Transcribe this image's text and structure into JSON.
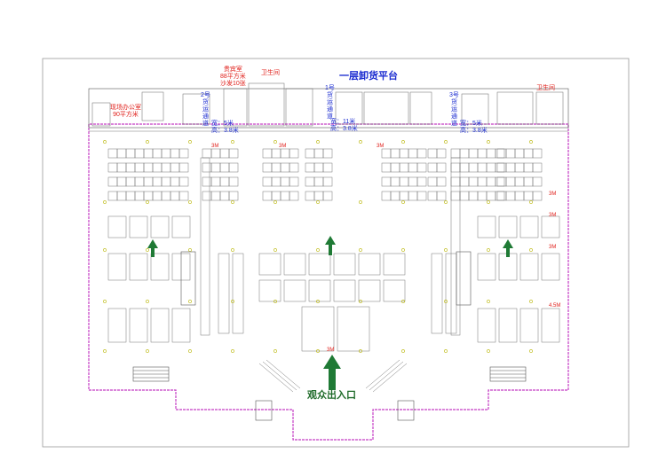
{
  "labels": {
    "title": "一层卸货平台",
    "audience_entrance": "观众出入口",
    "restroom": "卫生间",
    "restroom_right": "卫生间",
    "vip_room": [
      "贵宾室",
      "88平方米",
      "沙发10张"
    ],
    "site_office": [
      "现场办公室",
      "90平方米"
    ],
    "passage2": [
      "2号",
      "货",
      "运",
      "通",
      "道"
    ],
    "passage2_size": [
      "宽：5米",
      "高：3.8米"
    ],
    "passage1": [
      "1号",
      "货",
      "运",
      "通",
      "道"
    ],
    "passage1_size": [
      "宽：11米",
      "高：3.8米"
    ],
    "passage3": [
      "3号",
      "货",
      "运",
      "通",
      "道"
    ],
    "passage3_size": [
      "宽：5米",
      "高：3.8米"
    ],
    "dims": [
      "3M",
      "3M",
      "3M",
      "3M",
      "3M",
      "4.5M",
      "3M",
      "3M"
    ]
  },
  "colors": {
    "red": "#e0201b",
    "blue": "#1a2bd0",
    "green": "#1f6b2a",
    "wall": "#c43cc4"
  },
  "icons": [
    "arrow-up-icon"
  ]
}
